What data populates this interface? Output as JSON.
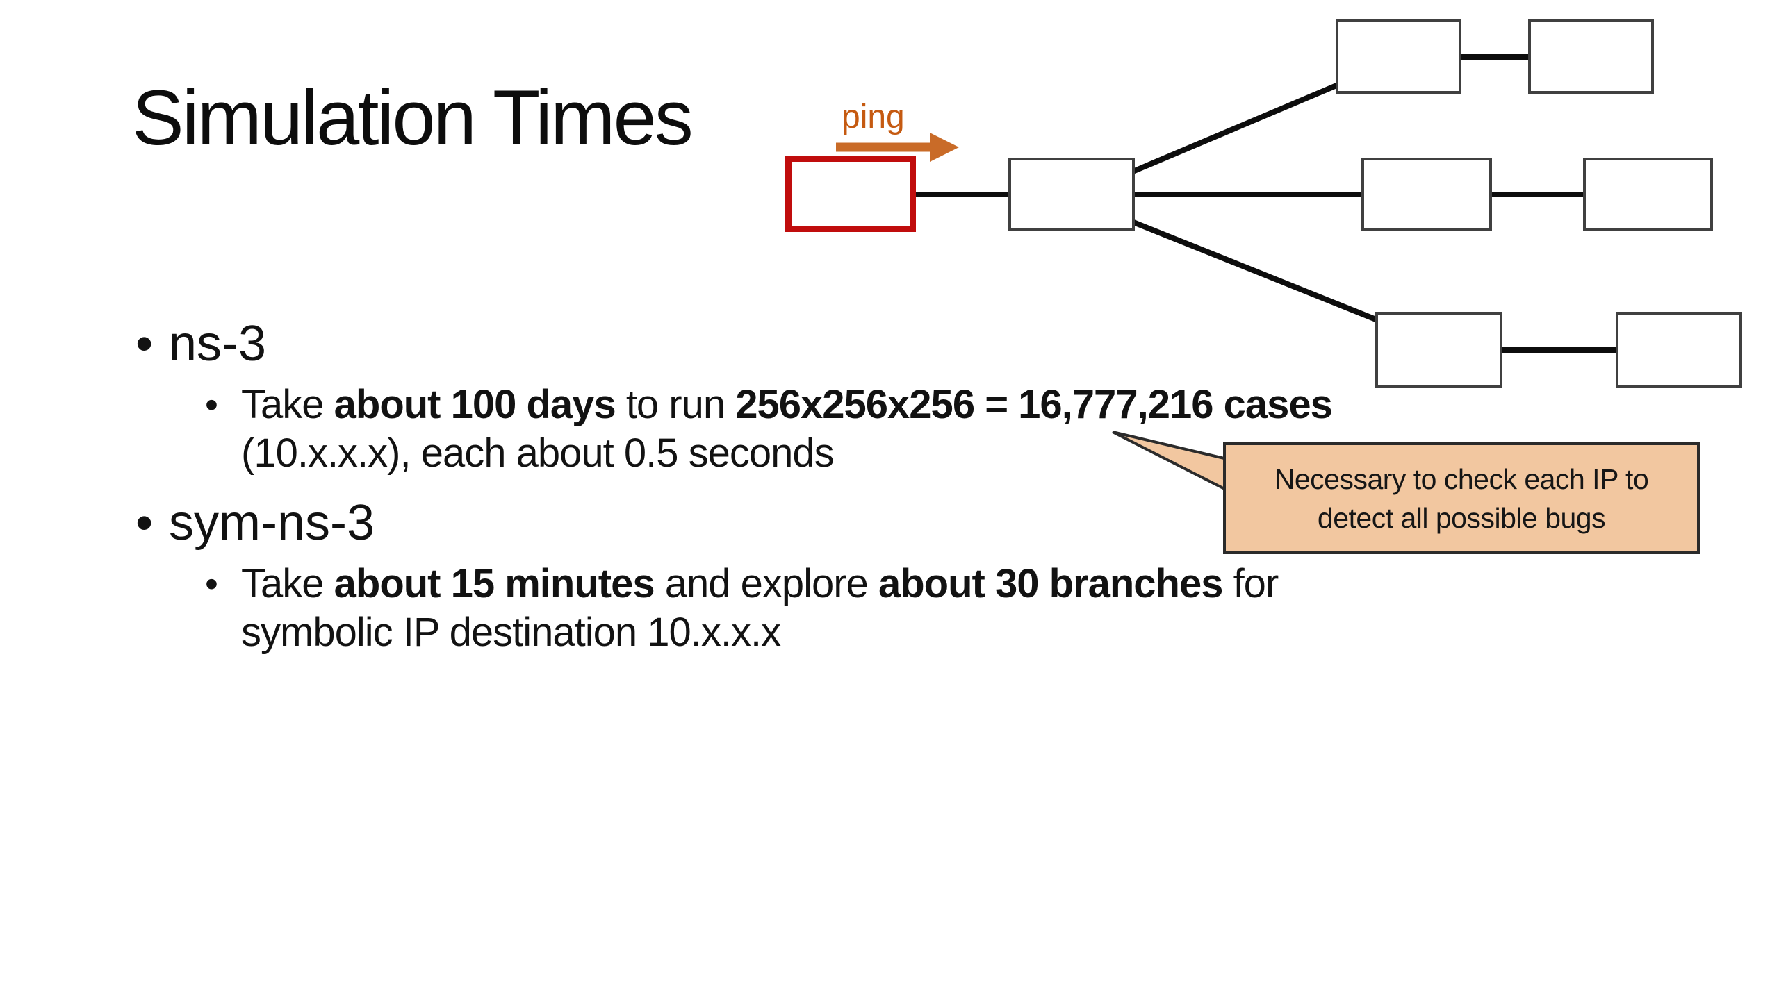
{
  "title": "Simulation Times",
  "bullet_char": "•",
  "colors": {
    "accent_orange": "#C55A11",
    "arrow_orange": "#C96B28",
    "red_box_border": "#C00D0D",
    "node_border": "#404040",
    "connector": "#0d0d0d",
    "callout_fill": "#F2C7A0",
    "callout_border": "#2B2B2B"
  },
  "diagram": {
    "ping_label": "ping"
  },
  "callout": {
    "line1": "Necessary to check each IP to",
    "line2": "detect all possible bugs"
  },
  "bullets": [
    {
      "label": "ns-3",
      "detail_lines": [
        [
          {
            "text": "Take ",
            "bold": false
          },
          {
            "text": "about 100 days",
            "bold": true
          },
          {
            "text": " to run ",
            "bold": false
          },
          {
            "text": "256x256x256 = 16,777,216 cases",
            "bold": true
          }
        ],
        [
          {
            "text": "(10.x.x.x), each about 0.5 seconds",
            "bold": false
          }
        ]
      ]
    },
    {
      "label": "sym-ns-3",
      "detail_lines": [
        [
          {
            "text": "Take ",
            "bold": false
          },
          {
            "text": "about 15 minutes",
            "bold": true
          },
          {
            "text": " and explore ",
            "bold": false
          },
          {
            "text": "about 30 branches",
            "bold": true
          },
          {
            "text": " for",
            "bold": false
          }
        ],
        [
          {
            "text": "symbolic IP destination 10.x.x.x",
            "bold": false
          }
        ]
      ]
    }
  ]
}
